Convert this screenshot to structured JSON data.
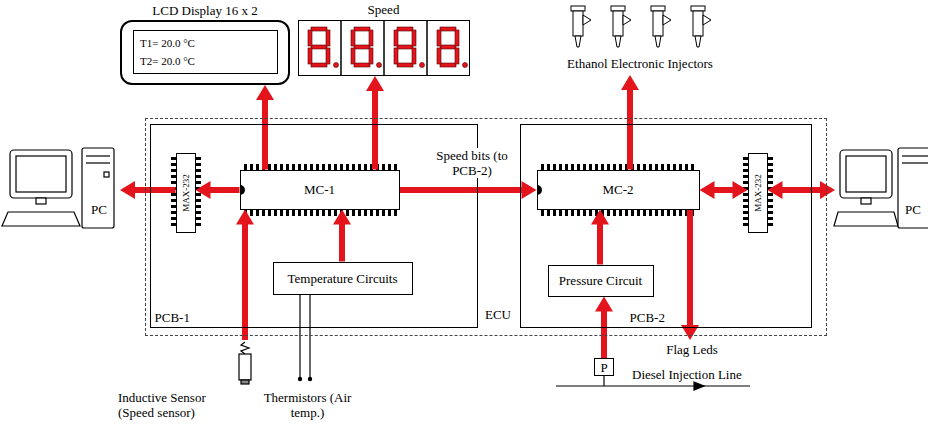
{
  "diagram": {
    "nodes": [
      {
        "text": [
          "LCD Display 16 x 2"
        ]
      },
      {
        "text": [
          "T1= 20.0 °C",
          "T2= 20.0 °C"
        ],
        "in": 0
      },
      {
        "text": [
          "Speed"
        ]
      },
      {
        "text": [
          "PC"
        ]
      },
      {
        "text": [
          "ECU"
        ]
      },
      {
        "text": [
          "PCB-1"
        ],
        "in": 4
      },
      {
        "text": [
          "MAX-232"
        ],
        "in": 5
      },
      {
        "text": [
          "MC-1"
        ],
        "in": 5
      },
      {
        "text": [
          "Temperature Circuits"
        ],
        "in": 5
      },
      {
        "text": [
          "PCB-2"
        ],
        "in": 4
      },
      {
        "text": [
          "MC-2"
        ],
        "in": 9
      },
      {
        "text": [
          "MAX-232"
        ],
        "in": 9
      },
      {
        "text": [
          "Pressure Circuit"
        ],
        "in": 9
      },
      {
        "text": [
          "Ethanol Electronic Injectors"
        ]
      },
      {
        "text": [
          "PC"
        ]
      },
      {
        "text": [
          "Inductive Sensor (Speed sensor)"
        ]
      },
      {
        "text": [
          "Thermistors (Air temp.)"
        ]
      },
      {
        "text": [
          "P"
        ]
      },
      {
        "text": [
          "Flag Leds"
        ]
      }
    ],
    "edges": [
      {
        "from": 7,
        "to": 0,
        "arrow": "to"
      },
      {
        "from": 7,
        "to": 2,
        "arrow": "to"
      },
      {
        "from": 7,
        "to": 6,
        "arrow": "to"
      },
      {
        "from": 6,
        "to": 3,
        "arrow": "to"
      },
      {
        "from": 8,
        "to": 7,
        "arrow": "to"
      },
      {
        "from": 15,
        "to": 7,
        "arrow": "to"
      },
      {
        "from": 16,
        "to": 8,
        "arrow": "none"
      },
      {
        "from": 7,
        "to": 10,
        "label": "Speed bits (to PCB-2)",
        "arrow": "to"
      },
      {
        "from": 10,
        "to": 13,
        "arrow": "to"
      },
      {
        "from": 10,
        "to": 11,
        "arrow": "both"
      },
      {
        "from": 11,
        "to": 14,
        "arrow": "both"
      },
      {
        "from": 12,
        "to": 10,
        "arrow": "to"
      },
      {
        "from": 17,
        "to": 12,
        "arrow": "to"
      },
      {
        "from": 10,
        "to": 18,
        "arrow": "to"
      }
    ],
    "labels": [
      "Diesel Injection Line"
    ]
  }
}
